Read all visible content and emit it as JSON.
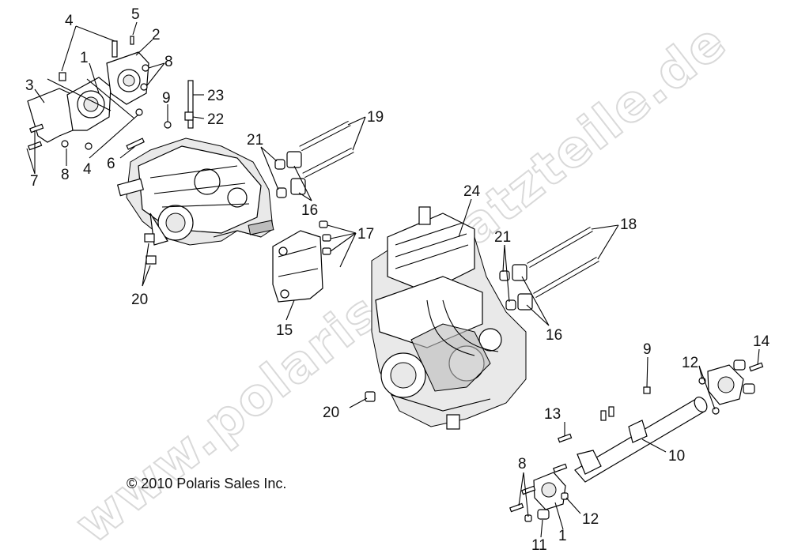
{
  "copyright": "© 2010 Polaris Sales Inc.",
  "watermark": "www.polaris-ersatzteile.de",
  "callouts": {
    "c1a": "1",
    "c1b": "1",
    "c2": "2",
    "c3": "3",
    "c4a": "4",
    "c4b": "4",
    "c5": "5",
    "c6": "6",
    "c7": "7",
    "c8a": "8",
    "c8b": "8",
    "c8c": "8",
    "c9a": "9",
    "c9b": "9",
    "c10": "10",
    "c11": "11",
    "c12a": "12",
    "c12b": "12",
    "c13": "13",
    "c14": "14",
    "c15": "15",
    "c16a": "16",
    "c16b": "16",
    "c17": "17",
    "c18": "18",
    "c19": "19",
    "c20a": "20",
    "c20b": "20",
    "c21a": "21",
    "c21b": "21",
    "c22": "22",
    "c23": "23",
    "c24": "24"
  }
}
